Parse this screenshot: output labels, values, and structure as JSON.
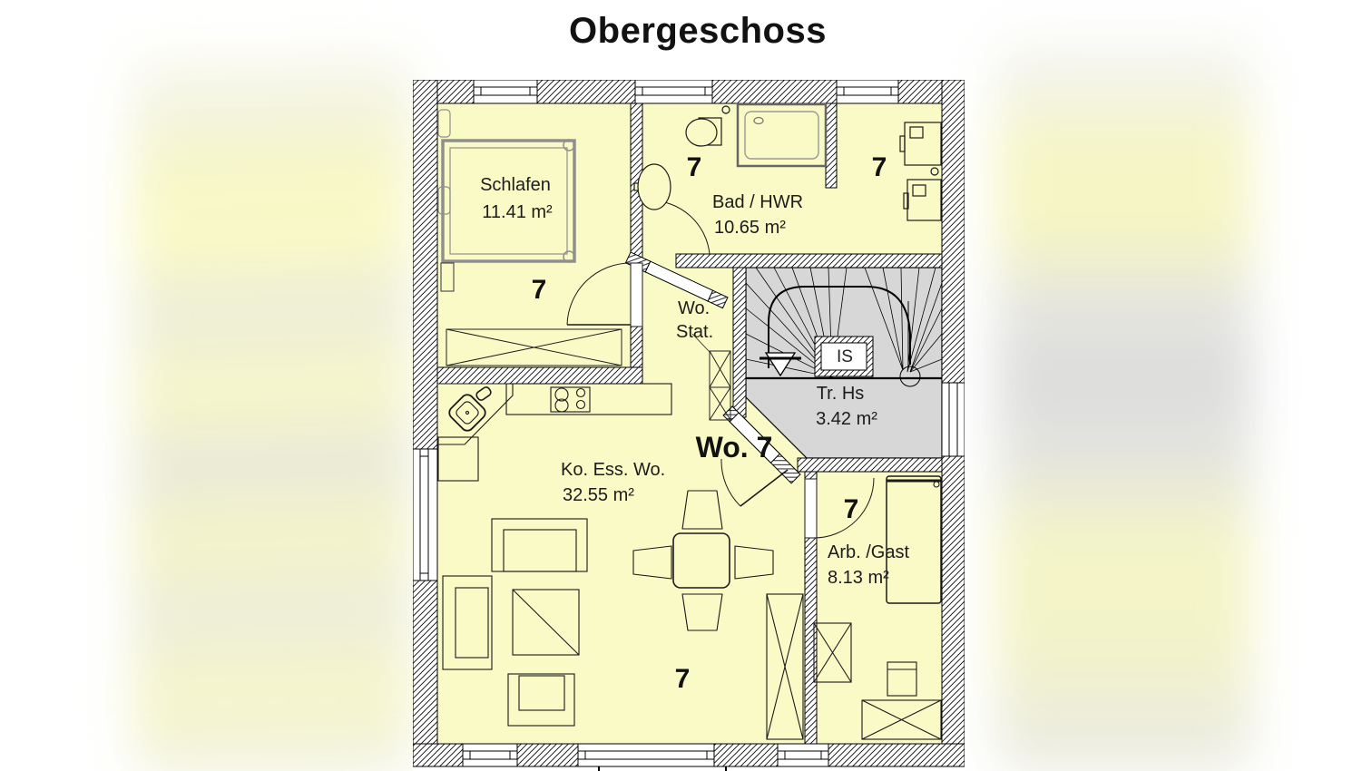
{
  "title": "Obergeschoss",
  "apartment_label": "Wo. 7",
  "rooms": {
    "schlafen": {
      "name": "Schlafen",
      "area": "11.41 m²",
      "unit": "7"
    },
    "bad": {
      "name": "Bad / HWR",
      "area": "10.65 m²",
      "unit_wc": "7",
      "unit_hwr": "7"
    },
    "flur": {
      "line1": "Wo.",
      "line2": "Stat."
    },
    "wohnen": {
      "name": "Ko. Ess. Wo.",
      "area": "32.55 m²",
      "unit": "7"
    },
    "arbeiten": {
      "name": "Arb. /Gast",
      "area": "8.13 m²",
      "unit": "7"
    }
  },
  "stairwell": {
    "name": "Tr. Hs",
    "area": "3.42 m²",
    "shaft_label": "IS"
  },
  "colors": {
    "room_fill": "#fafac6",
    "stair_fill": "#d7d7d7",
    "wall_line": "#000000"
  }
}
